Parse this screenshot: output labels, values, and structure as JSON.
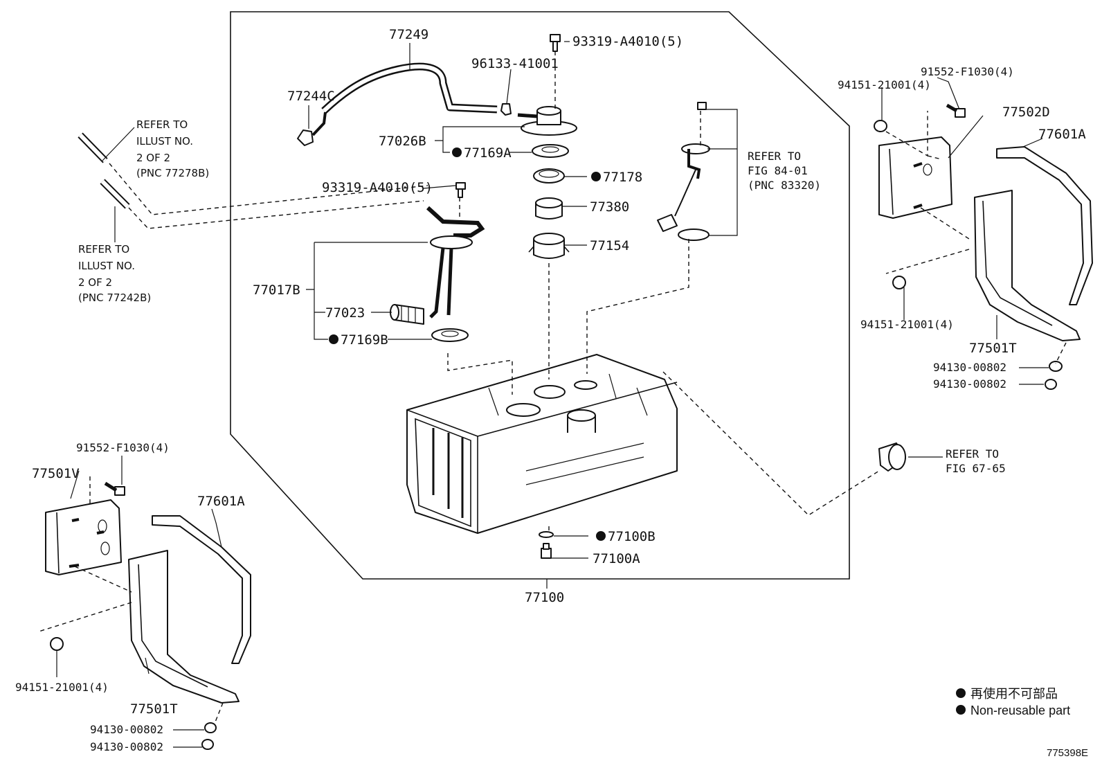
{
  "figure_id": "775398E",
  "legend": {
    "bullet_color": "#111111",
    "items": [
      {
        "text": "再使用不可部品"
      },
      {
        "text": "Non-reusable part"
      }
    ]
  },
  "parts": {
    "p77249": "77249",
    "p96133": "96133-41001",
    "p93319_top": "93319-A4010(5)",
    "p77244c": "77244C",
    "p77026b": "77026B",
    "p77169a": "77169A",
    "p77178": "77178",
    "p93319_mid": "93319-A4010(5)",
    "p77380": "77380",
    "p77154": "77154",
    "p77017b": "77017B",
    "p77023": "77023",
    "p77169b": "77169B",
    "p77100b": "77100B",
    "p77100a": "77100A",
    "p77100": "77100",
    "r91552": "91552-F1030(4)",
    "r94151_top": "94151-21001(4)",
    "r77502d": "77502D",
    "r77601a": "77601A",
    "r94151_mid": "94151-21001(4)",
    "r77501t": "77501T",
    "r94130_a": "94130-00802",
    "r94130_b": "94130-00802",
    "l91552": "91552-F1030(4)",
    "l77501v": "77501V",
    "l77601a": "77601A",
    "l94151": "94151-21001(4)",
    "l77501t": "77501T",
    "l94130_a": "94130-00802",
    "l94130_b": "94130-00802"
  },
  "refs": {
    "illust_top": [
      "REFER TO",
      "ILLUST NO.",
      "2 OF 2",
      "(PNC 77278B)"
    ],
    "illust_bottom": [
      "REFER TO",
      "ILLUST NO.",
      "2 OF 2",
      "(PNC 77242B)"
    ],
    "fig84": [
      "REFER TO",
      "FIG 84-01",
      "(PNC 83320)"
    ],
    "fig67": [
      "REFER TO",
      "FIG 67-65"
    ]
  }
}
